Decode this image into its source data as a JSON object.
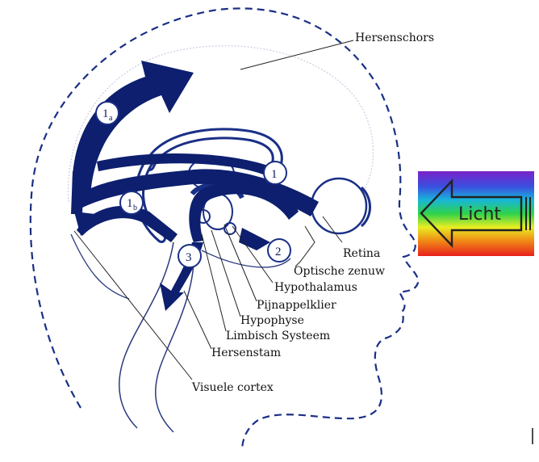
{
  "labels": {
    "hersenschors": "Hersenschors",
    "retina": "Retina",
    "optische_zenuw": "Optische zenuw",
    "hypothalamus": "Hypothalamus",
    "pijnappelklier": "Pijnappelklier",
    "hypophyse": "Hypophyse",
    "limbisch_systeem": "Limbisch Systeem",
    "hersenstam": "Hersenstam",
    "visuele_cortex": "Visuele cortex"
  },
  "pathway_markers": {
    "one": "1",
    "two": "2",
    "three": "3",
    "one_a_main": "1",
    "one_a_sub": "a",
    "one_b_main": "1",
    "one_b_sub": "b"
  },
  "light_source": {
    "label": "Licht"
  },
  "colors": {
    "pathway": "#0d1f6e",
    "outline": "#1a2f86",
    "rainbow": [
      "#7a22c8",
      "#3a4fe0",
      "#18b6d8",
      "#2fd24a",
      "#e8ee22",
      "#f08a16",
      "#e8201c"
    ]
  }
}
